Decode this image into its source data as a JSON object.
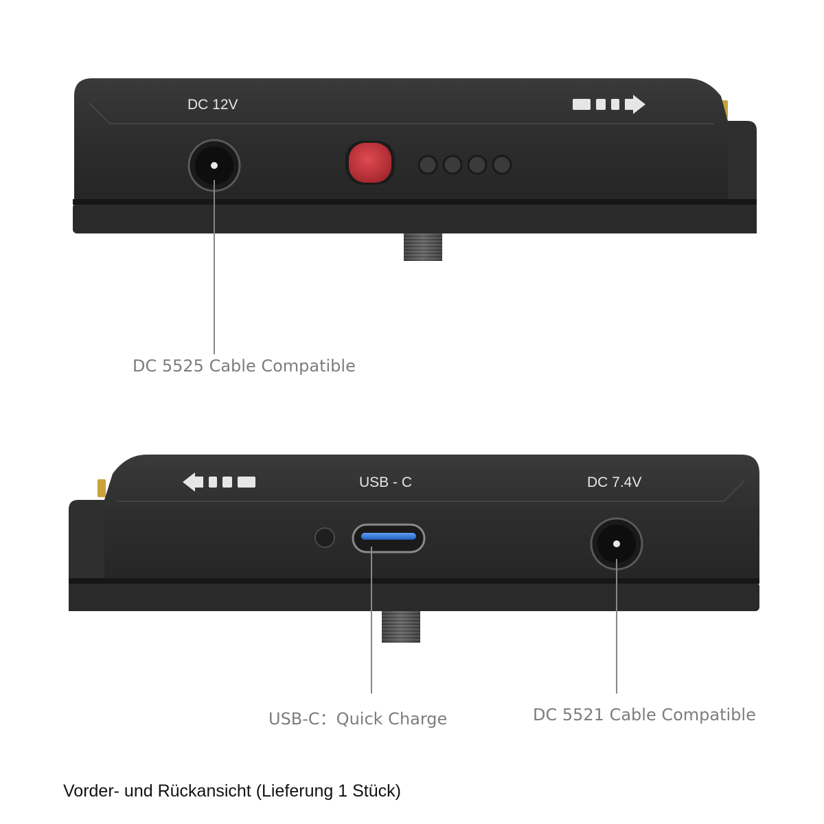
{
  "front_view": {
    "port_label": "DC 12V",
    "direction": "arrow-right",
    "indicator_leds": 4,
    "callout": "DC 5525 Cable Compatible"
  },
  "back_view": {
    "usb_label": "USB - C",
    "dc_label": "DC 7.4V",
    "direction": "arrow-left",
    "callout_usb": "USB-C：Quick Charge",
    "callout_dc": "DC 5521 Cable Compatible"
  },
  "caption": "Vorder- und Rückansicht (Lieferung 1 Stück)",
  "colors": {
    "body": "#2c2c2c",
    "button": "#c8323a",
    "usb_accent": "#2f7be0",
    "callout_text": "#7d7d7d"
  }
}
